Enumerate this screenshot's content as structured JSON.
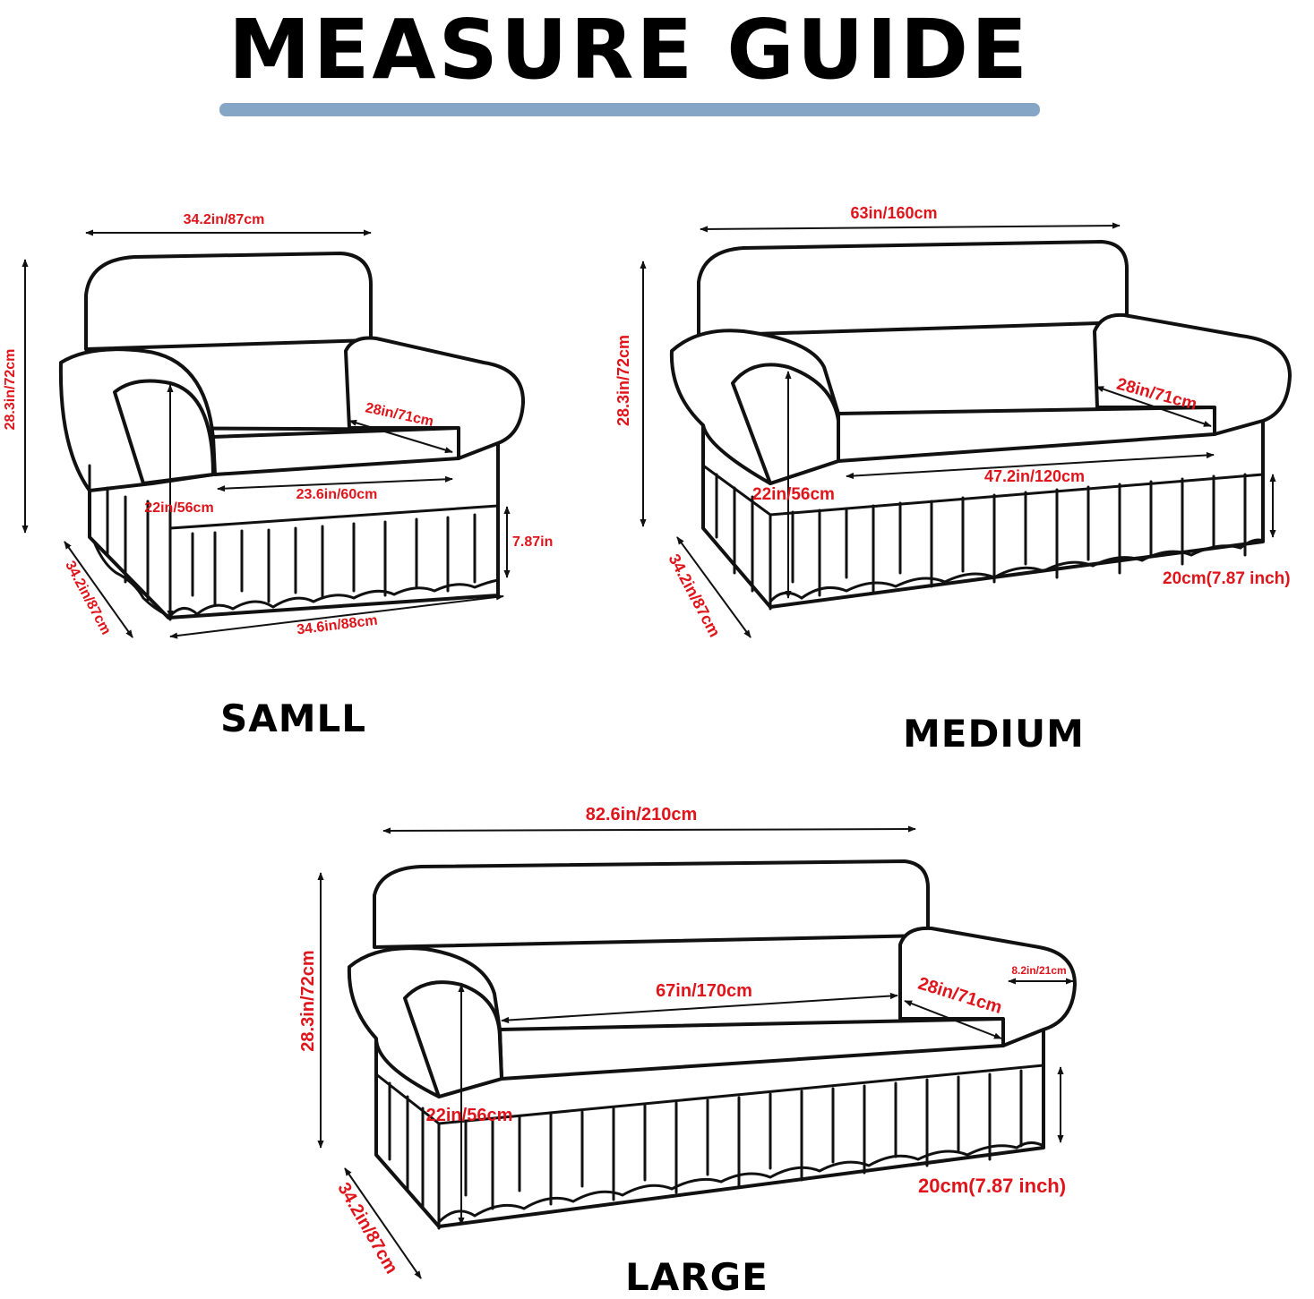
{
  "title": "MEASURE GUIDE",
  "accent_color": "#86a6c6",
  "dimension_text_color": "#e0141b",
  "sofas": {
    "small": {
      "label": "SAMLL",
      "width_top": "34.2in/87cm",
      "height": "28.3in/72cm",
      "arm_depth": "28in/71cm",
      "seat_width": "23.6in/60cm",
      "seat_height": "22in/56cm",
      "skirt_height": "7.87in",
      "depth": "34.2in/87cm",
      "bottom_width": "34.6in/88cm"
    },
    "medium": {
      "label": "MEDIUM",
      "width_top": "63in/160cm",
      "height": "28.3in/72cm",
      "arm_depth": "28in/71cm",
      "seat_width": "47.2in/120cm",
      "seat_height": "22in/56cm",
      "skirt_height": "20cm(7.87 inch)",
      "depth": "34.2in/87cm"
    },
    "large": {
      "label": "LARGE",
      "width_top": "82.6in/210cm",
      "height": "28.3in/72cm",
      "seat_width": "67in/170cm",
      "arm_depth": "28in/71cm",
      "arm_width": "8.2in/21cm",
      "seat_height": "22in/56cm",
      "skirt_height": "20cm(7.87 inch)",
      "depth": "34.2in/87cm"
    }
  }
}
